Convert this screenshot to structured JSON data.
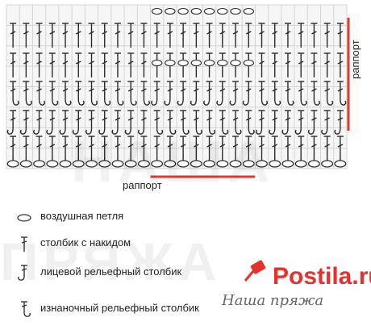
{
  "chart": {
    "columns": 26,
    "rows": 6,
    "rapport_start": 12,
    "rapport_end": 19,
    "grid_lines": true,
    "row_types": [
      "chain",
      "dc",
      "relief-front",
      "relief-back",
      "dc",
      "dc"
    ],
    "accent_color": "#e53935",
    "stitch_color": "#2b2b2b",
    "chain_fill": "#ffffff"
  },
  "labels": {
    "rapport_vertical": "раппорт",
    "rapport_horizontal": "раппорт"
  },
  "legend": [
    {
      "symbol": "chain-oval-icon",
      "text": "воздушная петля"
    },
    {
      "symbol": "double-crochet-icon",
      "text": "столбик с накидом"
    },
    {
      "symbol": "front-post-icon",
      "text": "лицевой рельефный столбик"
    },
    {
      "symbol": "back-post-icon",
      "text": "изнаночный рельефный столбик"
    }
  ],
  "watermark": {
    "line1": "НАША",
    "line2": "ПРЯЖА"
  },
  "brand": {
    "name": "Postila.ru",
    "handwriting": "Наша пряжа"
  }
}
